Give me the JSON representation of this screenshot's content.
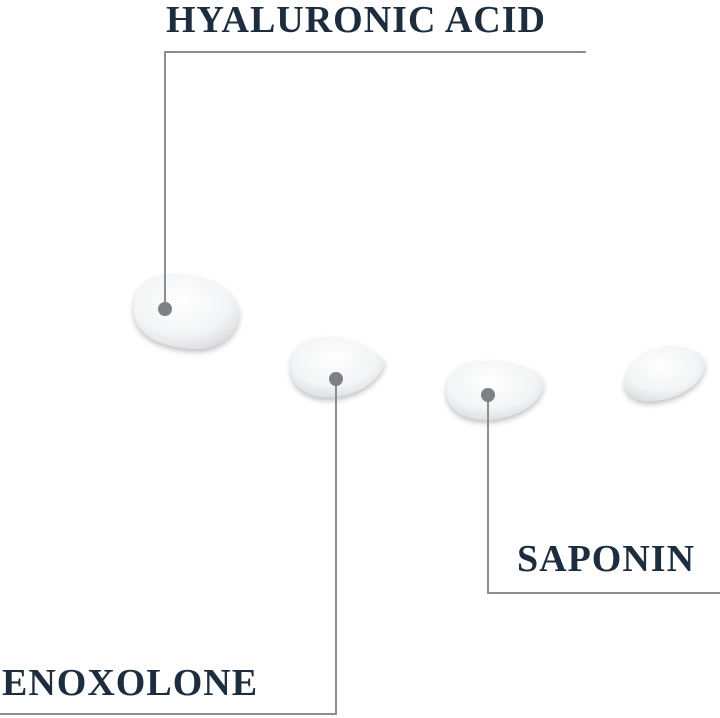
{
  "ingredients": [
    {
      "label": "HYALURONIC ACID"
    },
    {
      "label": "ENOXOLONE"
    },
    {
      "label": "SAPONIN"
    }
  ],
  "colors": {
    "label_text": "#1d2d40",
    "leader_line": "#8a8e92",
    "drop_fill": "#f4f5f6",
    "background": "#ffffff"
  }
}
